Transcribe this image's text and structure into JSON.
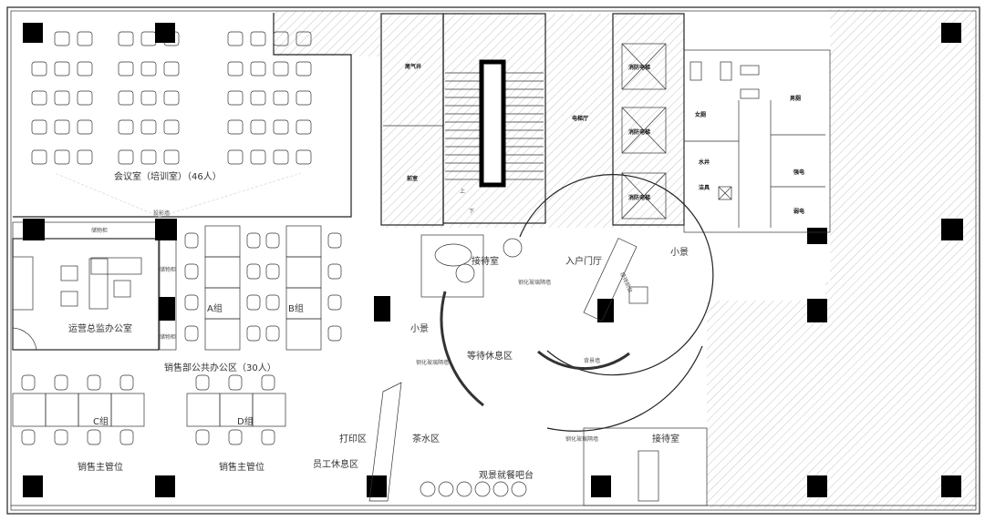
{
  "plan": {
    "meeting_room": "会议室（培训室）（46人）",
    "projection_wall": "投影墙",
    "storage": "储物柜",
    "director_office": "运营总监办公室",
    "sales_area": "销售部公共办公区（30人）",
    "group_a": "A组",
    "group_b": "B组",
    "group_c": "C组",
    "group_d": "D组",
    "sales_supervisor": "销售主管位",
    "staff_lounge": "员工休息区",
    "print_area": "打印区",
    "tea_area": "茶水区",
    "bar_counter": "观景就餐吧台",
    "reception_room": "接待室",
    "small_scene": "小景",
    "glass_partition": "钢化玻璃隔墙",
    "waiting_area": "等待休息区",
    "entrance_hall": "入户门厅",
    "reception_desk": "接待前台",
    "feature_wall": "背景墙",
    "exhaust_shaft": "尾气井",
    "front_room": "前室",
    "elevator_hall": "电梯厅",
    "fire_elevator": "消防电梯",
    "womens_wc": "女厕",
    "mens_wc": "男厕",
    "water_shaft": "水井",
    "cleaning_tools": "洁具",
    "strong_power": "强电",
    "weak_power": "弱电",
    "stair_up": "上",
    "stair_down": "下"
  },
  "colors": {
    "line": "#222222",
    "hatch": "#bbbbbb",
    "accent": "#1a1aa0"
  }
}
